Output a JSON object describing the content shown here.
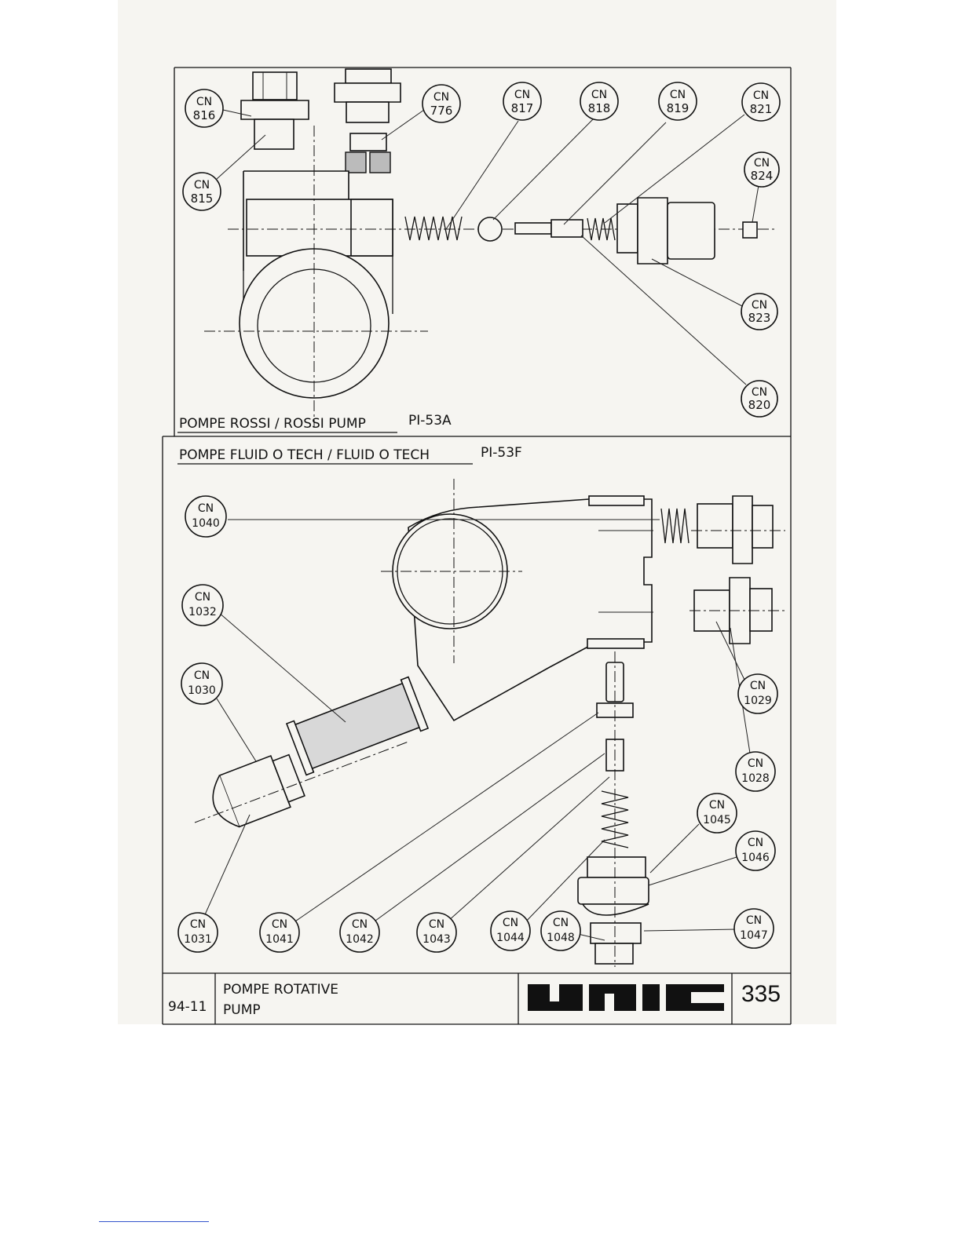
{
  "top_panel": {
    "title": "POMPE ROSSI / ROSSI PUMP",
    "ref": "PI-53A",
    "callouts": [
      {
        "cn": "CN",
        "num": "816"
      },
      {
        "cn": "CN",
        "num": "815"
      },
      {
        "cn": "CN",
        "num": "776"
      },
      {
        "cn": "CN",
        "num": "817"
      },
      {
        "cn": "CN",
        "num": "818"
      },
      {
        "cn": "CN",
        "num": "819"
      },
      {
        "cn": "CN",
        "num": "821"
      },
      {
        "cn": "CN",
        "num": "824"
      },
      {
        "cn": "CN",
        "num": "823"
      },
      {
        "cn": "CN",
        "num": "820"
      }
    ]
  },
  "bottom_panel": {
    "title": "POMPE FLUID O TECH / FLUID O TECH",
    "ref": "PI-53F",
    "callouts": [
      {
        "cn": "CN",
        "num": "1040"
      },
      {
        "cn": "CN",
        "num": "1032"
      },
      {
        "cn": "CN",
        "num": "1030"
      },
      {
        "cn": "CN",
        "num": "1029"
      },
      {
        "cn": "CN",
        "num": "1028"
      },
      {
        "cn": "CN",
        "num": "1045"
      },
      {
        "cn": "CN",
        "num": "1046"
      },
      {
        "cn": "CN",
        "num": "1047"
      },
      {
        "cn": "CN",
        "num": "1031"
      },
      {
        "cn": "CN",
        "num": "1041"
      },
      {
        "cn": "CN",
        "num": "1042"
      },
      {
        "cn": "CN",
        "num": "1043"
      },
      {
        "cn": "CN",
        "num": "1044"
      },
      {
        "cn": "CN",
        "num": "1048"
      }
    ]
  },
  "footer": {
    "date": "94-11",
    "title_line1": "POMPE ROTATIVE",
    "title_line2": "PUMP",
    "logo": "UNIC",
    "page_number": "335"
  }
}
